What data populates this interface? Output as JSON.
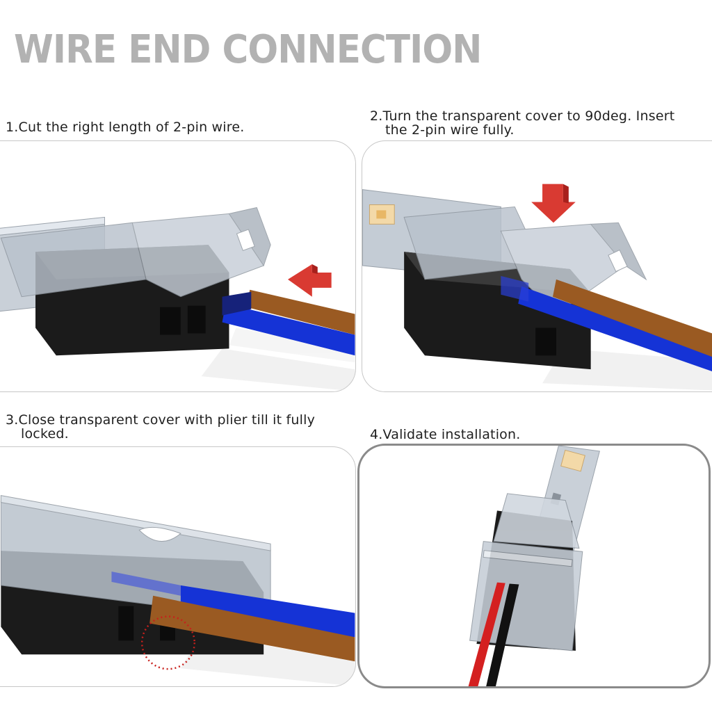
{
  "title": "WIRE END CONNECTION",
  "steps": [
    {
      "line1": "1.Cut the right length of 2-pin wire.",
      "line2": ""
    },
    {
      "line1": "2.Turn the transparent cover to 90deg. Insert",
      "line2": "the 2-pin wire fully."
    },
    {
      "line1": "3.Close transparent cover with plier till it fully",
      "line2": "locked."
    },
    {
      "line1": "4.Validate installation.",
      "line2": ""
    }
  ],
  "colors": {
    "title": "#b2b2b2",
    "arrow": "#d93a32",
    "wire_blue": "#1533d6",
    "wire_brown": "#9a5a22",
    "wire_red": "#d42020",
    "housing_black": "#1b1b1b",
    "clear_cover": "#b9c2cc",
    "highlight_circle": "#c8201c"
  },
  "icons": [
    "red-arrow-left-icon",
    "red-arrow-down-icon",
    "dotted-circle-highlight"
  ]
}
